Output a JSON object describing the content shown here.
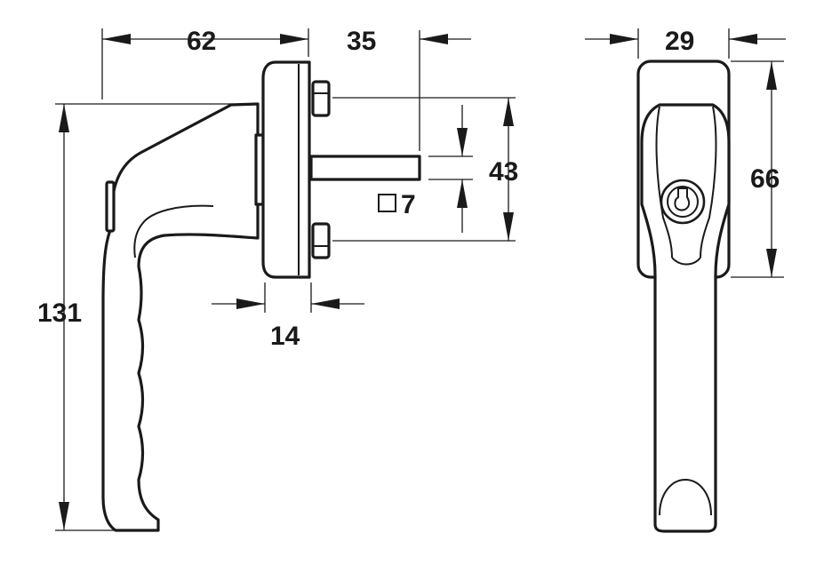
{
  "dimensions": {
    "width_side": "62",
    "spindle_length": "35",
    "screw_spacing": "43",
    "spindle_square": "7",
    "height": "131",
    "base_thickness": "14",
    "width_front": "29",
    "rose_height": "66"
  },
  "colors": {
    "ink": "#1a1a1a",
    "background": "#ffffff"
  },
  "icons": {
    "spindle_square": "square-outline-icon"
  }
}
